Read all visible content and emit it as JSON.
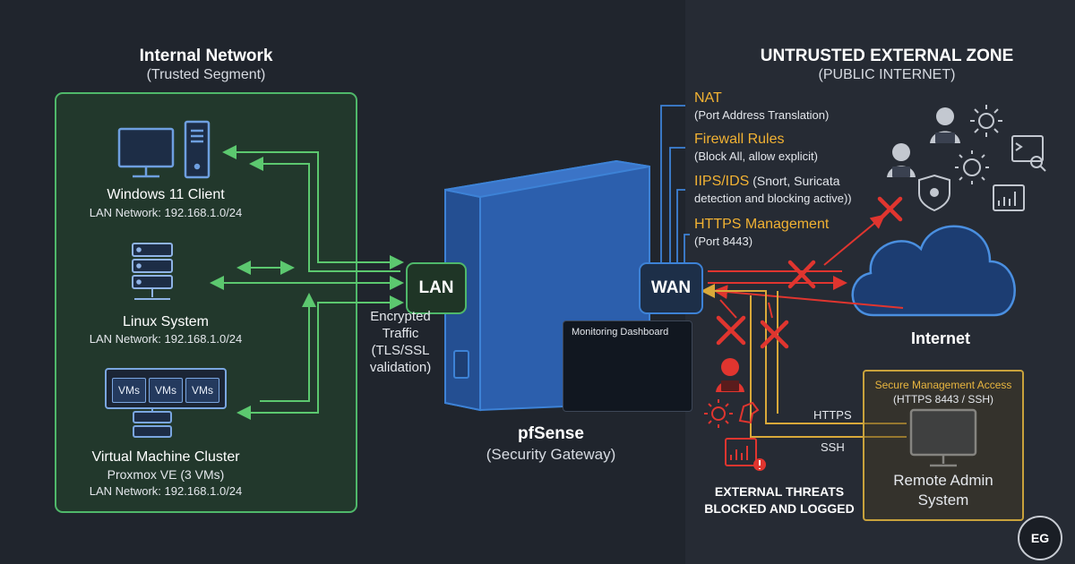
{
  "internal_zone": {
    "title": "Internal Network",
    "subtitle": "(Trusted Segment)"
  },
  "external_zone": {
    "title": "UNTRUSTED EXTERNAL ZONE",
    "subtitle": "(PUBLIC INTERNET)"
  },
  "devices": [
    {
      "name": "Windows 11 Client",
      "network": "LAN Network: 192.168.1.0/24",
      "icon": "desktop-computer-icon"
    },
    {
      "name": "Linux System",
      "network": "LAN Network: 192.168.1.0/24",
      "icon": "server-stack-icon"
    },
    {
      "name": "Virtual Machine Cluster",
      "detail": "Proxmox VE (3 VMs)",
      "network": "LAN Network: 192.168.1.0/24",
      "icon": "vm-cluster-icon"
    }
  ],
  "vm_labels": [
    "VMs",
    "VMs",
    "VMs"
  ],
  "gateway": {
    "name": "pfSense",
    "subtitle": "(Security Gateway)",
    "lan_label": "LAN",
    "wan_label": "WAN"
  },
  "encrypted_traffic": {
    "line1": "Encrypted",
    "line2": "Traffic",
    "line3": "(TLS/SSL",
    "line4": "validation)"
  },
  "dashboard": {
    "title": "Monitoring Dashboard"
  },
  "features": [
    {
      "title": "NAT",
      "desc": "(Port Address Translation)"
    },
    {
      "title": "Firewall Rules",
      "desc": "(Block All, allow explicit)"
    },
    {
      "title": "IIPS/IDS",
      "title_suffix": " (Snort, Suricata",
      "desc": "detection and blocking active))"
    },
    {
      "title": "HTTPS Management",
      "desc": "(Port 8443)"
    }
  ],
  "internet": {
    "label": "Internet"
  },
  "threats": {
    "line1": "EXTERNAL THREATS",
    "line2": "BLOCKED AND LOGGED"
  },
  "secure_access": {
    "title": "Secure Management Access",
    "subtitle": "(HTTPS 8443 / SSH)",
    "system_line1": "Remote Admin",
    "system_line2": "System",
    "https_label": "HTTPS",
    "ssh_label": "SSH"
  },
  "logo_text": "EG",
  "colors": {
    "background": "#20252d",
    "trusted_green": "#4fb86a",
    "gateway_blue": "#2f6fc9",
    "wan_blue": "#3d82d6",
    "accent_orange": "#f2b233",
    "threat_red": "#e0352f",
    "management_gold": "#c8a23c"
  }
}
